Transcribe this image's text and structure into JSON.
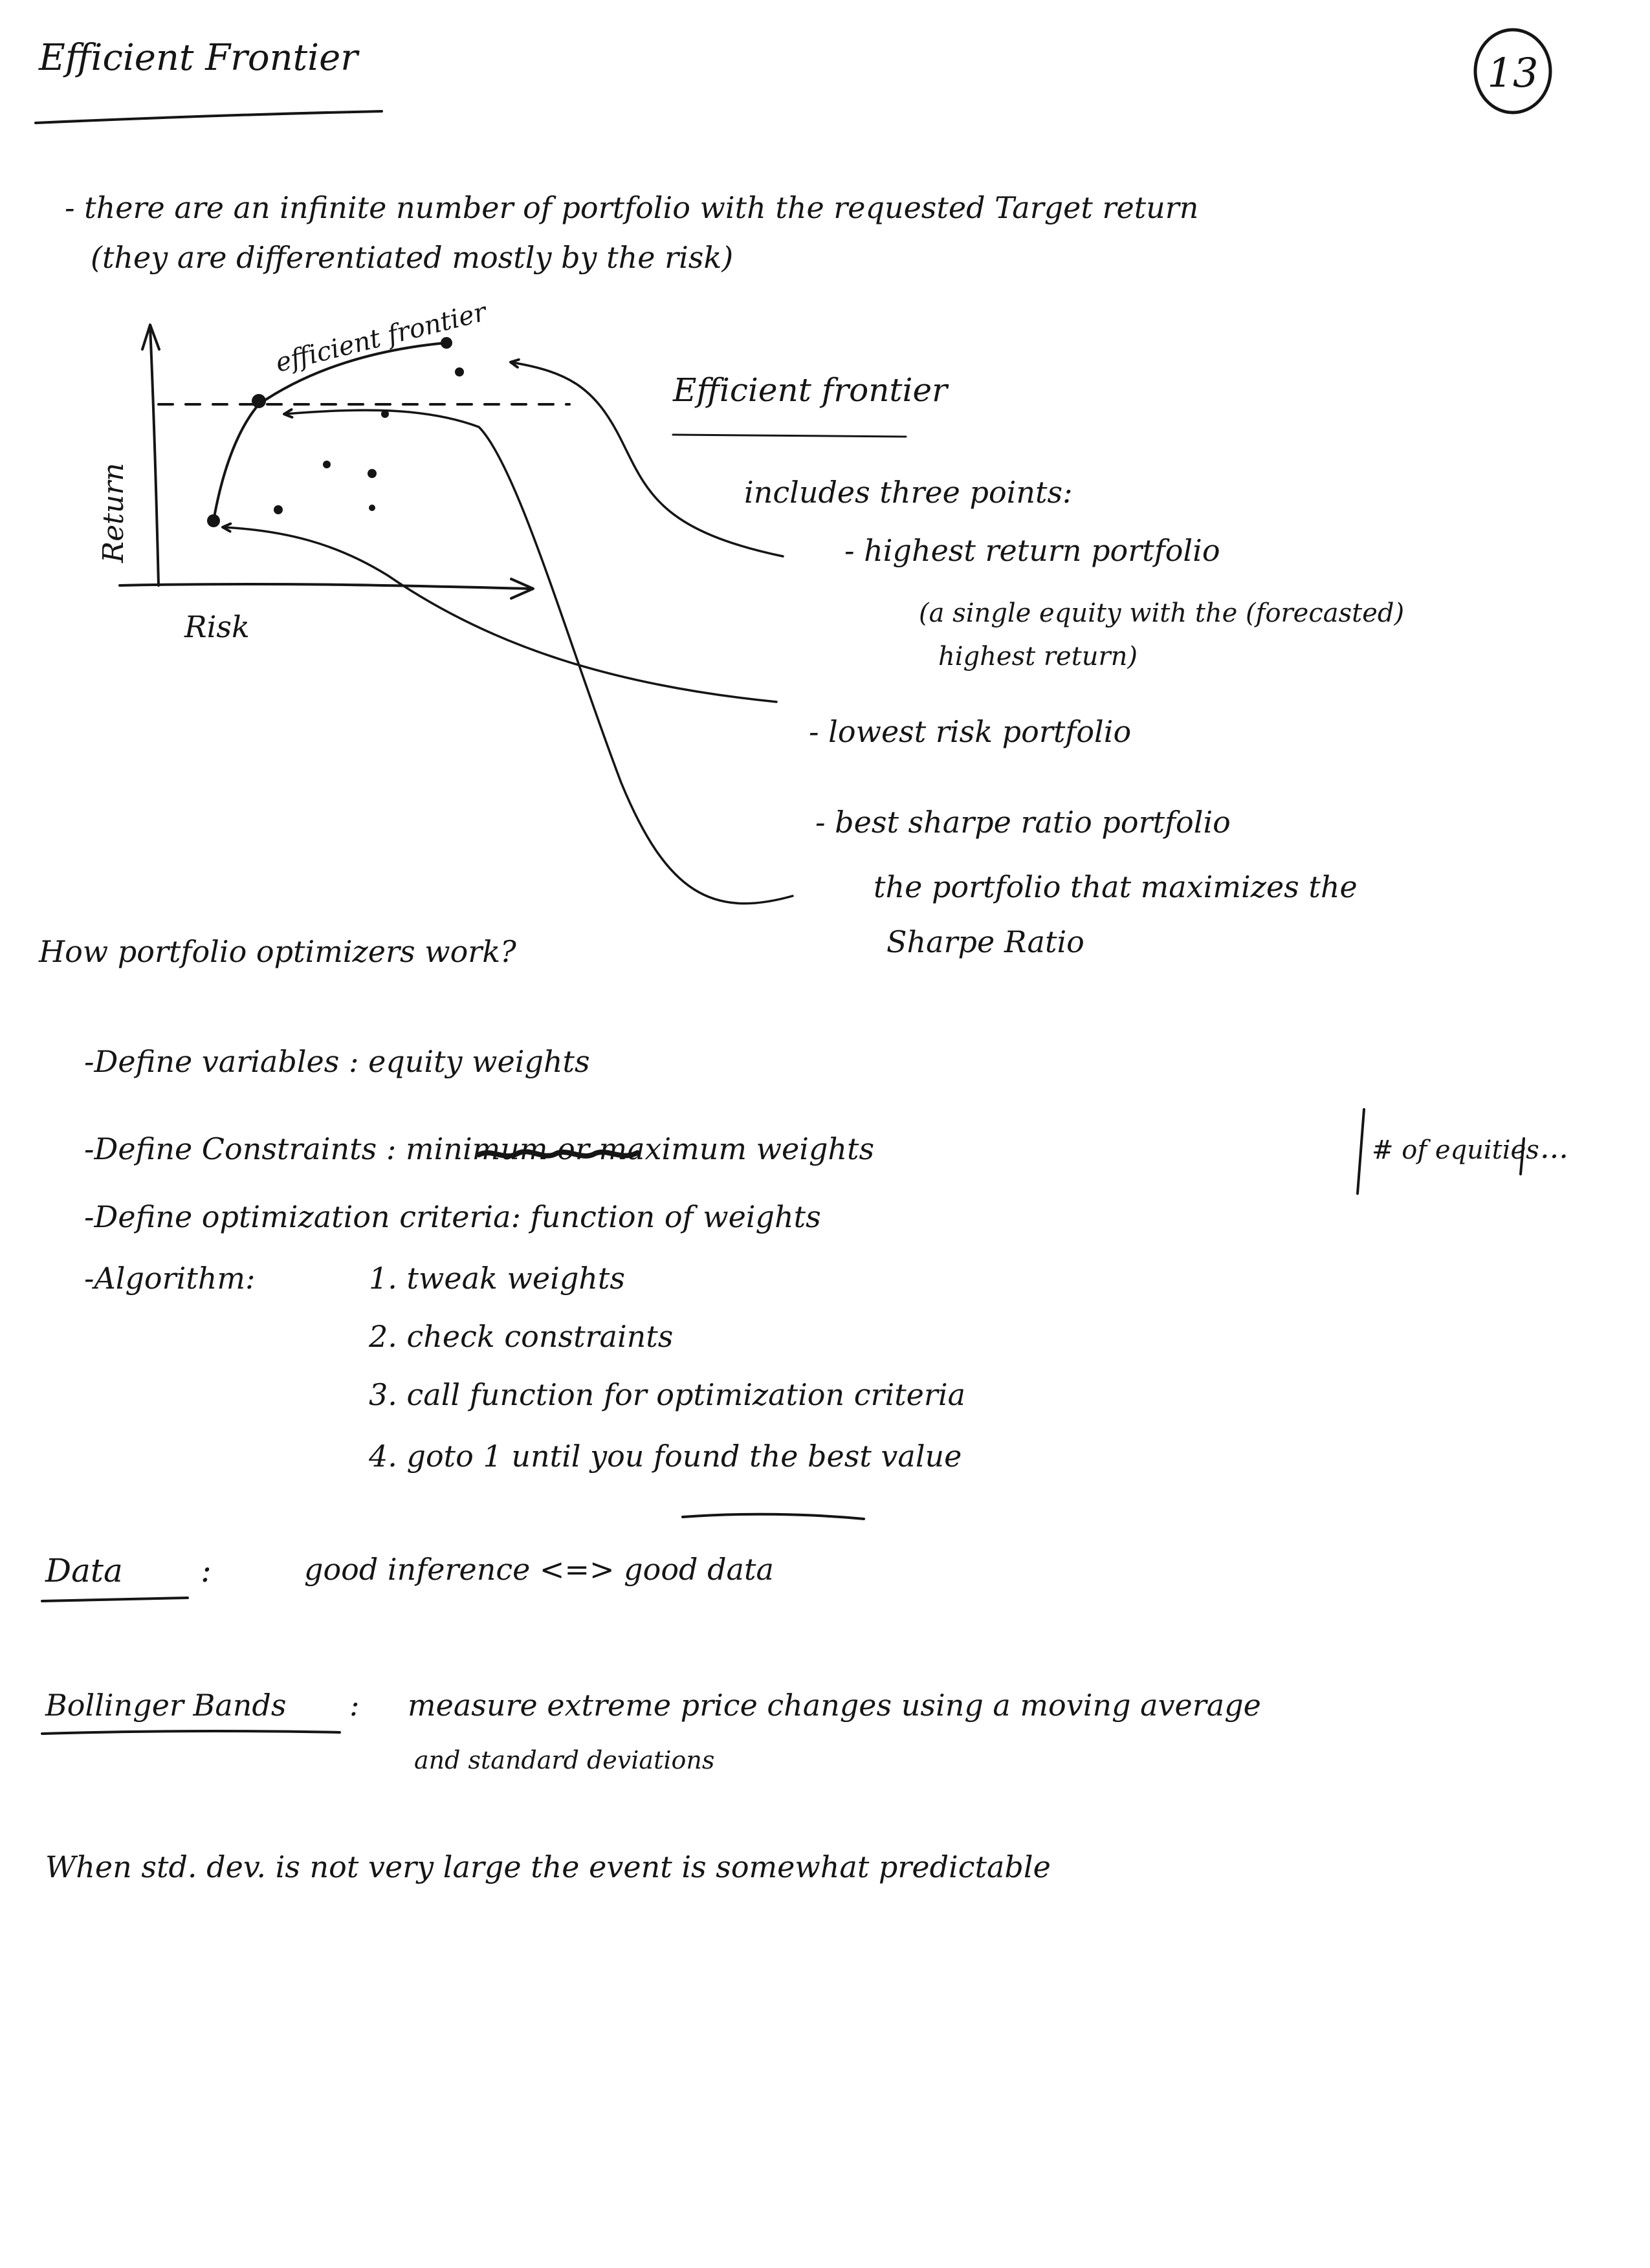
{
  "page": {
    "title": "Efficient Frontier",
    "page_number": "13"
  },
  "intro": {
    "line1": "- there are an infinite number of portfolio with the requested Target return",
    "line2": "(they are differentiated mostly by the risk)"
  },
  "diagram": {
    "curve_label": "efficient frontier",
    "y_axis_label": "Return",
    "x_axis_label": "Risk"
  },
  "frontier_notes": {
    "heading": "Efficient frontier",
    "includes": "includes three points:",
    "point1": "- highest return portfolio",
    "point1_detail_a": "(a single equity with the (forecasted)",
    "point1_detail_b": "highest return)",
    "point2": "- lowest risk portfolio",
    "point3": "- best sharpe ratio portfolio",
    "point3_detail_a": "the portfolio that maximizes the",
    "point3_detail_b": "Sharpe Ratio"
  },
  "optimizers": {
    "heading": "How portfolio optimizers work?",
    "define_variables": "-Define variables : equity weights",
    "define_constraints": "-Define Constraints : minimum or maximum weights",
    "constraints_extra": "# of equities",
    "constraints_ellipsis": "...",
    "define_criteria": "-Define optimization criteria: function of weights",
    "algorithm_label": "-Algorithm:",
    "steps": [
      "1. tweak weights",
      "2. check constraints",
      "3. call function for optimization criteria",
      "4. goto 1 until you found the best value"
    ]
  },
  "data_section": {
    "label": "Data",
    "colon": ":",
    "text": "good inference <=> good data"
  },
  "bollinger": {
    "label": "Bollinger Bands",
    "colon": ":",
    "line1": "measure extreme price changes using a moving average",
    "line2": "and standard deviations"
  },
  "closing": {
    "text": "When std. dev. is not very large the event is somewhat predictable"
  }
}
